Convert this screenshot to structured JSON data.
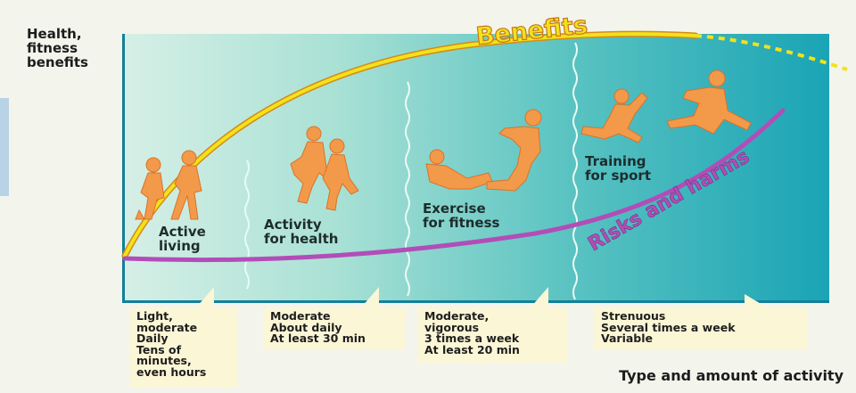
{
  "axes": {
    "y_label_lines": [
      "Health,",
      "fitness",
      "benefits"
    ],
    "x_label": "Type and amount of activity"
  },
  "curves": {
    "benefits": {
      "label": "Benefits",
      "color": "#f2e21c",
      "outline": "#d58a1a"
    },
    "risks": {
      "label": "Risks and harms",
      "color": "#b24db8"
    }
  },
  "zones": [
    {
      "label_lines": [
        "Active",
        "living"
      ],
      "details": [
        "Light,",
        "moderate",
        "Daily",
        "Tens of",
        "minutes,",
        "even hours"
      ]
    },
    {
      "label_lines": [
        "Activity",
        "for health"
      ],
      "details": [
        "Moderate",
        "About daily",
        "At least 30 min"
      ]
    },
    {
      "label_lines": [
        "Exercise",
        "for fitness"
      ],
      "details": [
        "Moderate,",
        "vigorous",
        "3 times a week",
        "At least 20 min"
      ]
    },
    {
      "label_lines": [
        "Training",
        "for sport"
      ],
      "details": [
        "Strenuous",
        "Several times a week",
        "Variable"
      ]
    }
  ],
  "colors": {
    "figure": "#f29a4a",
    "figure_dark": "#d9732a",
    "axis": "#12809a",
    "box": "#fbf6d6"
  },
  "icons": [
    "walking-people-icon",
    "jogging-people-icon",
    "situp-exercise-icon",
    "sprinting-people-icon"
  ]
}
